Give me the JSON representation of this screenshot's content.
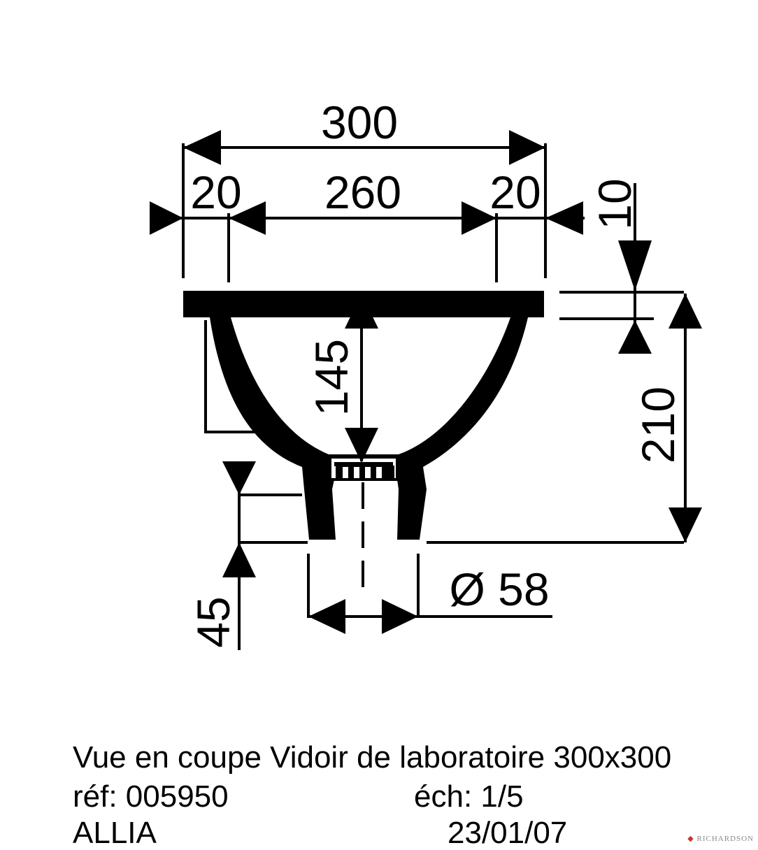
{
  "dimensions": {
    "overall_width": "300",
    "rim_left": "20",
    "inner_width": "260",
    "rim_right": "20",
    "rim_thickness": "10",
    "bowl_depth": "145",
    "total_height": "210",
    "outlet_height": "45",
    "outlet_diameter": "Ø 58"
  },
  "caption": {
    "title": "Vue en coupe Vidoir de laboratoire 300x300",
    "reference": "réf: 005950",
    "scale": "éch: 1/5",
    "brand": "ALLIA",
    "date": "23/01/07"
  },
  "watermark": "RICHARDSON"
}
